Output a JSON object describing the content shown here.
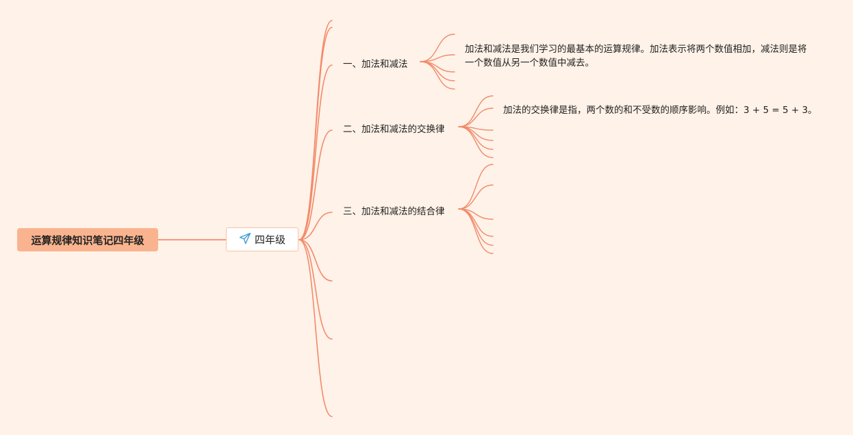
{
  "root": {
    "label": "运算规律知识笔记四年级"
  },
  "center": {
    "label": "四年级",
    "icon": "paper-plane-icon"
  },
  "branches": [
    {
      "label": "一、加法和减法",
      "description": "加法和减法是我们学习的最基本的运算规律。加法表示将两个数值相加，减法则是将一个数值从另一个数值中减去。"
    },
    {
      "label": "二、加法和减法的交换律",
      "description": "加法的交换律是指，两个数的和不受数的顺序影响。例如：3 + 5 = 5 + 3。"
    },
    {
      "label": "三、加法和减法的结合律",
      "description": ""
    }
  ],
  "colors": {
    "link": "#f28a6a",
    "root_fill": "#f9b48f",
    "background": "#fff2e8",
    "icon": "#3a9ad9"
  }
}
